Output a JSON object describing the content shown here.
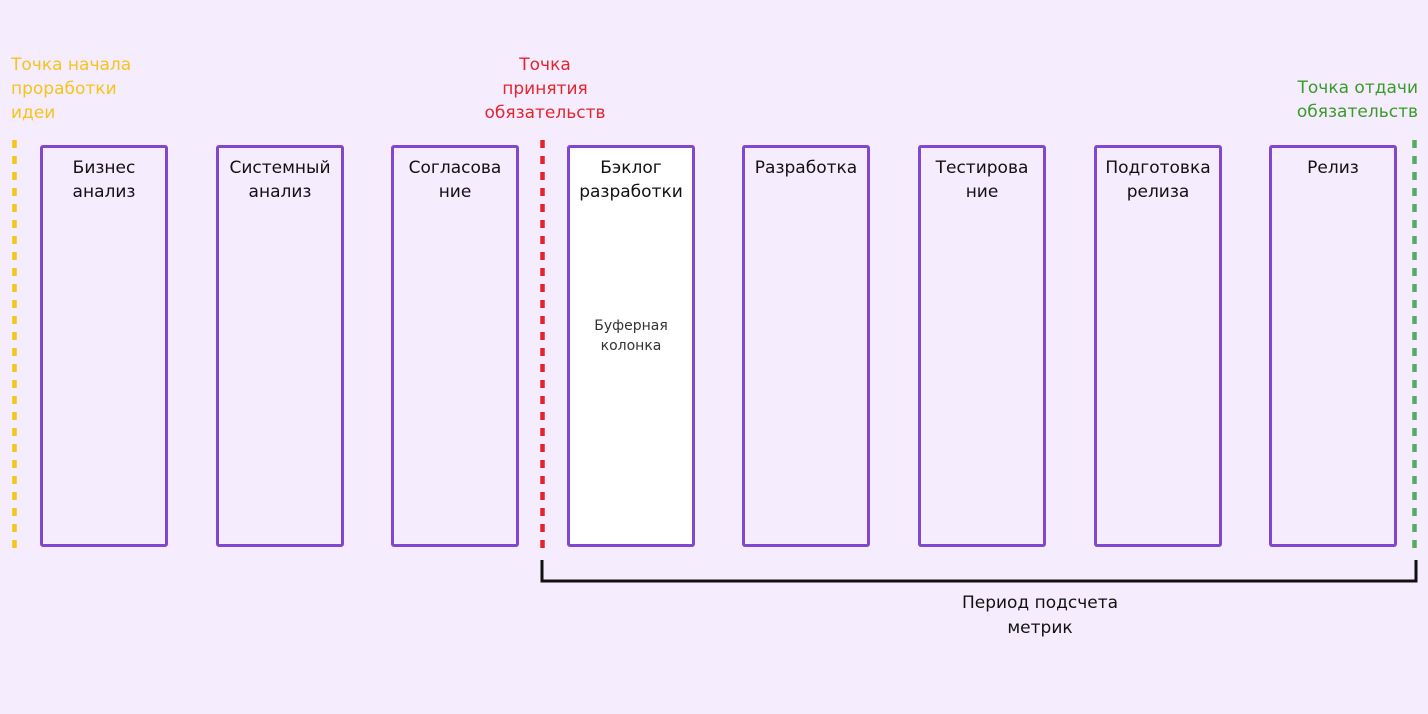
{
  "colors": {
    "background": "#f5ecfd",
    "column_border": "#8148cf",
    "start": "#f5c51a",
    "commitment": "#e3262e",
    "delivery": "#3a9b28",
    "delivery_line": "#5aa960",
    "text": "#111111"
  },
  "markers": {
    "start": {
      "label": "Точка начала\nпроработки\nидеи"
    },
    "commitment": {
      "label": "Точка\nпринятия\nобязательств"
    },
    "delivery": {
      "label": "Точка отдачи\nобязательств"
    }
  },
  "columns": [
    {
      "title": "Бизнес\nанализ"
    },
    {
      "title": "Системный\nанализ"
    },
    {
      "title": "Согласова\nние"
    },
    {
      "title": "Бэклог\nразработки",
      "note": "Буферная\nколонка"
    },
    {
      "title": "Разработка"
    },
    {
      "title": "Тестирова\nние"
    },
    {
      "title": "Подготовка\nрелиза"
    },
    {
      "title": "Релиз"
    }
  ],
  "period": {
    "label": "Период подсчета\nметрик"
  }
}
